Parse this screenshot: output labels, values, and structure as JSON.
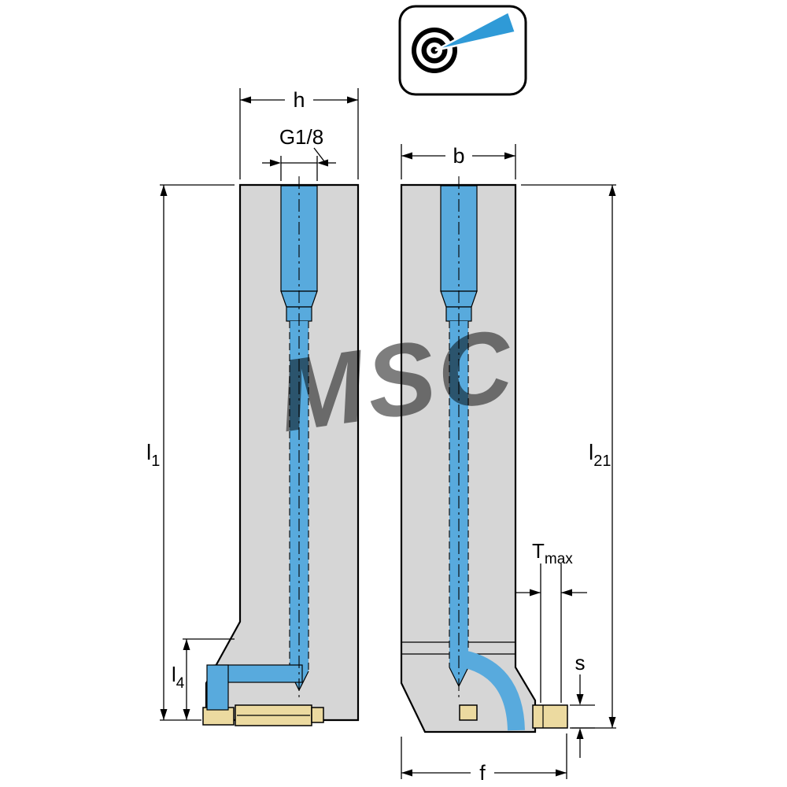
{
  "title": "Grooving toolholder technical drawing",
  "watermark": {
    "text": "MSC"
  },
  "logo": {
    "name": "precision-target-logo"
  },
  "colors": {
    "body_fill": "#d6d6d6",
    "coolant_blue": "#58aadd",
    "insert_yellow": "#ecdaa0",
    "outline": "#000000",
    "watermark_gray": "#c0c0c0",
    "logo_blue": "#2f9ad7"
  },
  "labels": {
    "h": "h",
    "thread": "G1/8",
    "b": "b",
    "l1_main": "l",
    "l1_sub": "1",
    "l4_main": "l",
    "l4_sub": "4",
    "l21_main": "l",
    "l21_sub": "21",
    "tmax_main": "T",
    "tmax_sub": "max",
    "s": "s",
    "f": "f"
  }
}
